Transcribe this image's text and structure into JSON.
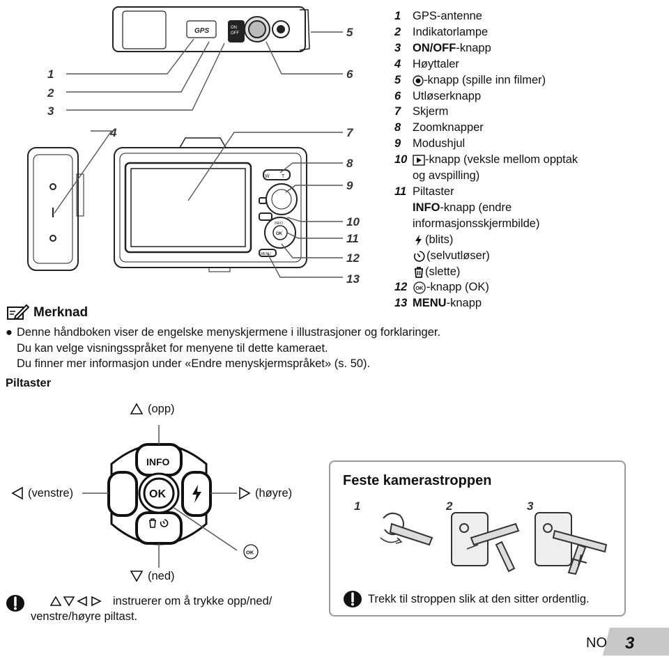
{
  "parts_list": [
    {
      "num": "1",
      "text": "GPS-antenne"
    },
    {
      "num": "2",
      "text": "Indikatorlampe"
    },
    {
      "num": "3",
      "text_bold": "ON/OFF",
      "text": "-knapp"
    },
    {
      "num": "4",
      "text": "Høyttaler"
    },
    {
      "num": "5",
      "text": "-knapp (spille inn filmer)"
    },
    {
      "num": "6",
      "text": "Utløserknapp"
    },
    {
      "num": "7",
      "text": "Skjerm"
    },
    {
      "num": "8",
      "text": "Zoomknapper"
    },
    {
      "num": "9",
      "text": "Modushjul"
    },
    {
      "num": "10",
      "text": "-knapp (veksle mellom opptak"
    },
    {
      "num": "",
      "text": "og avspilling)"
    },
    {
      "num": "11",
      "text": "Piltaster"
    },
    {
      "num": "",
      "text_bold": "INFO",
      "text": "-knapp (endre"
    },
    {
      "num": "",
      "text": "informasjonsskjermbilde)"
    },
    {
      "num": "",
      "text": "(blits)"
    },
    {
      "num": "",
      "text": "(selvutløser)"
    },
    {
      "num": "",
      "text": "(slette)"
    },
    {
      "num": "12",
      "text": "-knapp (OK)"
    },
    {
      "num": "13",
      "text_bold": "MENU",
      "text": "-knapp"
    }
  ],
  "diagram_labels": {
    "left_nums": [
      "1",
      "2",
      "3",
      "4"
    ],
    "right_nums": [
      "5",
      "6",
      "7",
      "8",
      "9",
      "10",
      "11",
      "12",
      "13"
    ],
    "gps": "GPS",
    "on": "ON",
    "off": "OFF",
    "info": "INFO",
    "ok": "OK",
    "menu": "MENU",
    "w": "W",
    "t": "T"
  },
  "note": {
    "title": "Merknad",
    "line1": "Denne håndboken viser de engelske menyskjermene i illustrasjoner og forklaringer.",
    "line2": "Du kan velge visningsspråket for menyene til dette kameraet.",
    "line3": "Du finner mer informasjon under «Endre menyskjermspråket» (s. 50)."
  },
  "arrow_keys": {
    "heading": "Piltaster",
    "up": "(opp)",
    "down": "(ned)",
    "left": "(venstre)",
    "right": "(høyre)",
    "info": "INFO",
    "ok": "OK",
    "ok_small": "OK",
    "instruction_line1": "instruerer om å trykke opp/ned/",
    "instruction_line2": "venstre/høyre piltast."
  },
  "strap": {
    "title": "Feste kamerastroppen",
    "steps": [
      "1",
      "2",
      "3"
    ],
    "note": "Trekk til stroppen slik at den sitter ordentlig."
  },
  "footer": {
    "lang": "NO",
    "page": "3"
  }
}
